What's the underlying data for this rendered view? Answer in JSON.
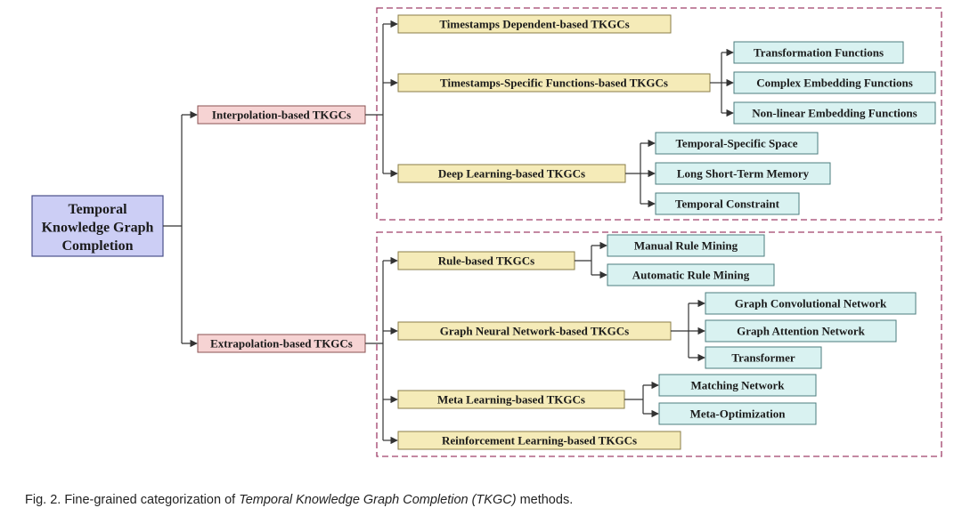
{
  "root": {
    "lines": [
      "Temporal",
      "Knowledge Graph",
      "Completion"
    ]
  },
  "branches": [
    {
      "label": "Interpolation-based TKGCs",
      "children": [
        {
          "label": "Timestamps Dependent-based TKGCs",
          "children": []
        },
        {
          "label": "Timestamps-Specific Functions-based TKGCs",
          "children": [
            "Transformation Functions",
            "Complex Embedding Functions",
            "Non-linear Embedding Functions"
          ]
        },
        {
          "label": "Deep Learning-based TKGCs",
          "children": [
            "Temporal-Specific Space",
            "Long Short-Term Memory",
            "Temporal Constraint"
          ]
        }
      ]
    },
    {
      "label": "Extrapolation-based TKGCs",
      "children": [
        {
          "label": "Rule-based TKGCs",
          "children": [
            "Manual Rule Mining",
            "Automatic Rule Mining"
          ]
        },
        {
          "label": "Graph Neural Network-based TKGCs",
          "children": [
            "Graph Convolutional Network",
            "Graph Attention Network",
            "Transformer"
          ]
        },
        {
          "label": "Meta Learning-based TKGCs",
          "children": [
            "Matching Network",
            "Meta-Optimization"
          ]
        },
        {
          "label": "Reinforcement Learning-based TKGCs",
          "children": []
        }
      ]
    }
  ],
  "caption": {
    "prefix": "Fig. 2. Fine-grained categorization of ",
    "italic": "Temporal Knowledge Graph Completion (TKGC)",
    "suffix": " methods."
  },
  "colors": {
    "root_fill": "#cccef5",
    "root_stroke": "#4a4f8a",
    "branch_fill": "#f6d3d3",
    "branch_stroke": "#8a5050",
    "category_fill": "#f5ebb8",
    "category_stroke": "#8a7e48",
    "leaf_fill": "#d9f2f1",
    "leaf_stroke": "#4c7c7e",
    "group_border": "#a0406a",
    "line": "#333333"
  }
}
